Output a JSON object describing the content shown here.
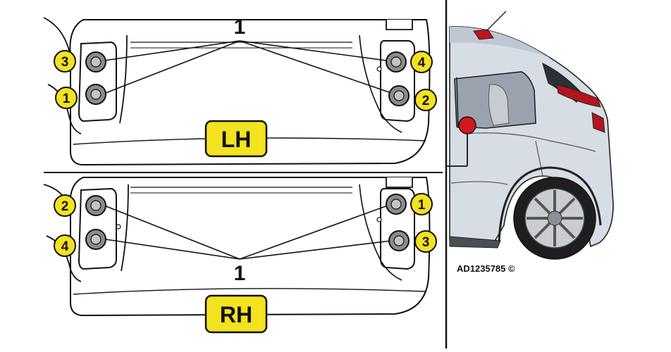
{
  "colors": {
    "badge_fill": "#f3e21f",
    "outline": "#111111",
    "bolt": "#8c8c8c",
    "car_body": "#d7dde5",
    "taillight": "#b4141e",
    "marker_red": "#d4171d"
  },
  "callout_number": "1",
  "lh_panel": {
    "label": "LH",
    "bolts": [
      {
        "name": "bolt-3",
        "label": "3"
      },
      {
        "name": "bolt-1",
        "label": "1"
      },
      {
        "name": "bolt-4",
        "label": "4"
      },
      {
        "name": "bolt-2",
        "label": "2"
      }
    ]
  },
  "rh_panel": {
    "label": "RH",
    "bolts": [
      {
        "name": "bolt-2",
        "label": "2"
      },
      {
        "name": "bolt-4",
        "label": "4"
      },
      {
        "name": "bolt-1",
        "label": "1"
      },
      {
        "name": "bolt-3",
        "label": "3"
      }
    ]
  },
  "vehicle": {
    "caption": "AD1235785 ©",
    "marker_icon": "location-marker-icon"
  }
}
